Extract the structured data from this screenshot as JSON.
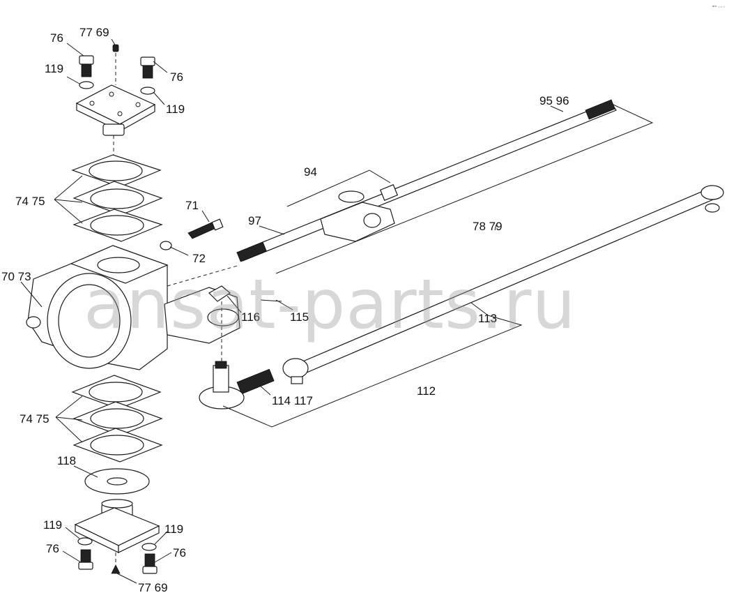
{
  "watermark": "ansat-parts.ru",
  "corner_mark": "ᵃᵐ ◦◦◦",
  "labels": {
    "top_76_left": "76",
    "top_77_69": "77  69",
    "top_119_left": "119",
    "top_76_right": "76",
    "top_119_right": "119",
    "upper_74_75": "74 75",
    "mid_71": "71",
    "mid_72": "72",
    "mid_70_73": "70 73",
    "mid_97": "97",
    "mid_94": "94",
    "mid_95_96": "95  96",
    "mid_78_79": "78 79",
    "mid_116": "116",
    "mid_115": "115",
    "mid_113": "113",
    "mid_112": "112",
    "mid_114_117": "114  117",
    "lower_74_75": "74 75",
    "lower_118": "118",
    "bot_119_left": "119",
    "bot_119_right": "119",
    "bot_76_left": "76",
    "bot_76_right": "76",
    "bot_77_69": "77  69"
  }
}
